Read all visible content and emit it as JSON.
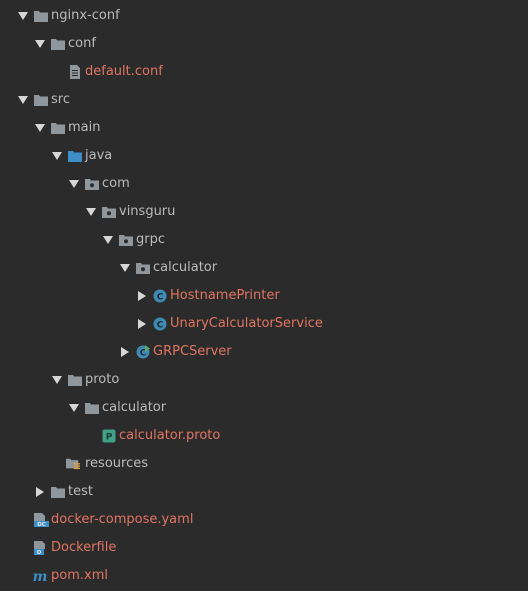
{
  "colors": {
    "background": "#2b2b2b",
    "folder": "#8f969c",
    "source_folder": "#3e8fc7",
    "dir_text": "#bbbbbb",
    "modified_text": "#e07563",
    "class_icon": "#3f8ab5",
    "proto_icon": "#41a288"
  },
  "tree": {
    "nginx_conf": {
      "label": "nginx-conf",
      "icon": "folder-icon"
    },
    "conf": {
      "label": "conf",
      "icon": "folder-icon"
    },
    "default_conf": {
      "label": "default.conf",
      "icon": "text-file-icon"
    },
    "src": {
      "label": "src",
      "icon": "folder-icon"
    },
    "main": {
      "label": "main",
      "icon": "folder-icon"
    },
    "java": {
      "label": "java",
      "icon": "source-folder-icon"
    },
    "com": {
      "label": "com",
      "icon": "package-icon"
    },
    "vinsguru": {
      "label": "vinsguru",
      "icon": "package-icon"
    },
    "grpc": {
      "label": "grpc",
      "icon": "package-icon"
    },
    "calculator_pkg": {
      "label": "calculator",
      "icon": "package-icon"
    },
    "hostname_printer": {
      "label": "HostnamePrinter",
      "icon": "class-icon",
      "icon_letter": "C"
    },
    "unary_calculator_service": {
      "label": "UnaryCalculatorService",
      "icon": "class-icon",
      "icon_letter": "C"
    },
    "grpc_server": {
      "label": "GRPCServer",
      "icon": "runnable-class-icon",
      "icon_letter": "C"
    },
    "proto": {
      "label": "proto",
      "icon": "folder-icon"
    },
    "calculator_proto_dir": {
      "label": "calculator",
      "icon": "folder-icon"
    },
    "calculator_proto": {
      "label": "calculator.proto",
      "icon": "proto-file-icon",
      "icon_letter": "P"
    },
    "resources": {
      "label": "resources",
      "icon": "resources-folder-icon"
    },
    "test": {
      "label": "test",
      "icon": "folder-icon"
    },
    "docker_compose": {
      "label": "docker-compose.yaml",
      "icon": "docker-compose-file-icon",
      "icon_letter": "DC"
    },
    "dockerfile": {
      "label": "Dockerfile",
      "icon": "dockerfile-icon",
      "icon_letter": "D"
    },
    "pom": {
      "label": "pom.xml",
      "icon": "maven-icon",
      "icon_letter": "m"
    }
  }
}
